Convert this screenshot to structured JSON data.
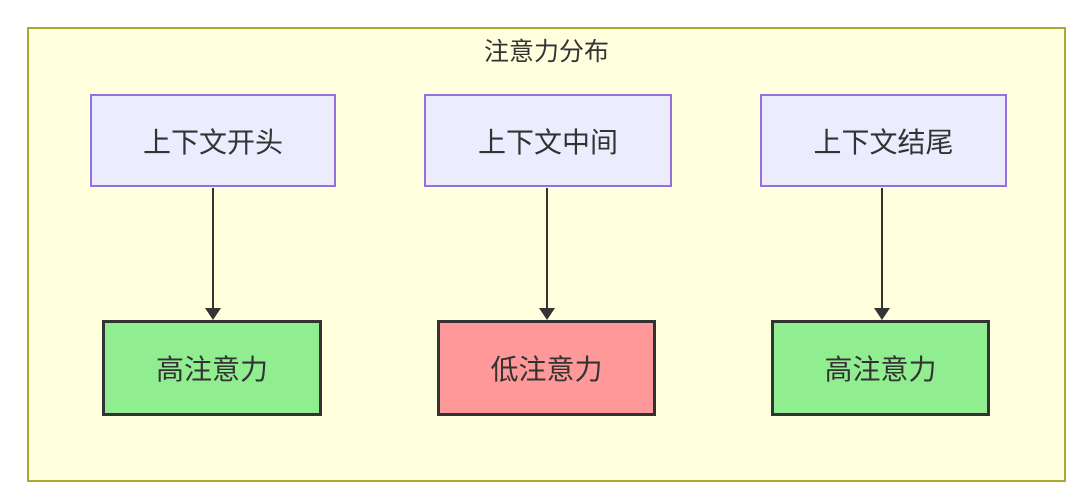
{
  "diagram": {
    "type": "flowchart",
    "title": "注意力分布",
    "container": {
      "fill": "#ffffde",
      "border_color": "#aaaa33"
    },
    "text_color": "#333333",
    "edge_color": "#333333",
    "top_nodes": [
      {
        "label": "上下文开头",
        "fill": "#ececff",
        "border_color": "#9370db"
      },
      {
        "label": "上下文中间",
        "fill": "#ececff",
        "border_color": "#9370db"
      },
      {
        "label": "上下文结尾",
        "fill": "#ececff",
        "border_color": "#9370db"
      }
    ],
    "bottom_nodes": [
      {
        "label": "高注意力",
        "fill": "#90ee90",
        "border_color": "#333333"
      },
      {
        "label": "低注意力",
        "fill": "#ff9999",
        "border_color": "#333333"
      },
      {
        "label": "高注意力",
        "fill": "#90ee90",
        "border_color": "#333333"
      }
    ],
    "edges": [
      {
        "from": "上下文开头",
        "to": "高注意力",
        "direction": "down"
      },
      {
        "from": "上下文中间",
        "to": "低注意力",
        "direction": "down"
      },
      {
        "from": "上下文结尾",
        "to": "高注意力",
        "direction": "down"
      }
    ]
  }
}
